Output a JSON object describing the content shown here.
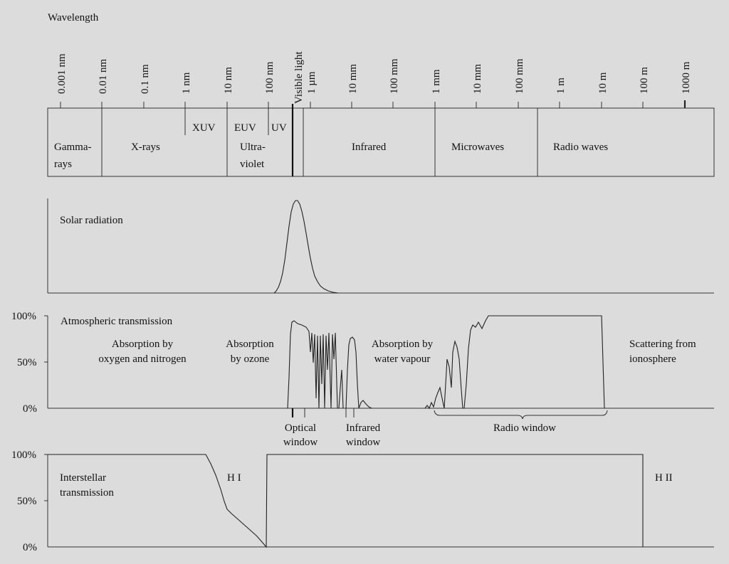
{
  "wavelength_title": "Wavelength",
  "scale": {
    "ticks": [
      "0.001 nm",
      "0.01 nm",
      "0.1 nm",
      "1 nm",
      "10 nm",
      "100 nm",
      "1 µm",
      "10 mm",
      "100 mm",
      "1 mm",
      "10 mm",
      "100 mm",
      "1 m",
      "10 m",
      "100 m",
      "1000 m"
    ],
    "visible_light": "Visible light"
  },
  "bands": {
    "gamma_line1": "Gamma-",
    "gamma_line2": "rays",
    "xrays": "X-rays",
    "xuv": "XUV",
    "euv": "EUV",
    "uv": "UV",
    "ultraviolet_line1": "Ultra-",
    "ultraviolet_line2": "violet",
    "infrared": "Infrared",
    "microwaves": "Microwaves",
    "radio_waves": "Radio waves"
  },
  "solar": {
    "label": "Solar radiation"
  },
  "atmospheric": {
    "label": "Atmospheric transmission",
    "y_labels": [
      "100%",
      "50%",
      "0%"
    ],
    "absorption_o2n2_line1": "Absorption by",
    "absorption_o2n2_line2": "oxygen and nitrogen",
    "absorption_ozone_line1": "Absorption",
    "absorption_ozone_line2": "by ozone",
    "absorption_water_line1": "Absorption by",
    "absorption_water_line2": "water vapour",
    "scattering_line1": "Scattering from",
    "scattering_line2": "ionosphere",
    "optical_window_line1": "Optical",
    "optical_window_line2": "window",
    "infrared_window_line1": "Infrared",
    "infrared_window_line2": "window",
    "radio_window": "Radio window"
  },
  "interstellar": {
    "label_line1": "Interstellar",
    "label_line2": "transmission",
    "y_labels": [
      "100%",
      "50%",
      "0%"
    ],
    "hi": "H I",
    "hii": "H II"
  }
}
